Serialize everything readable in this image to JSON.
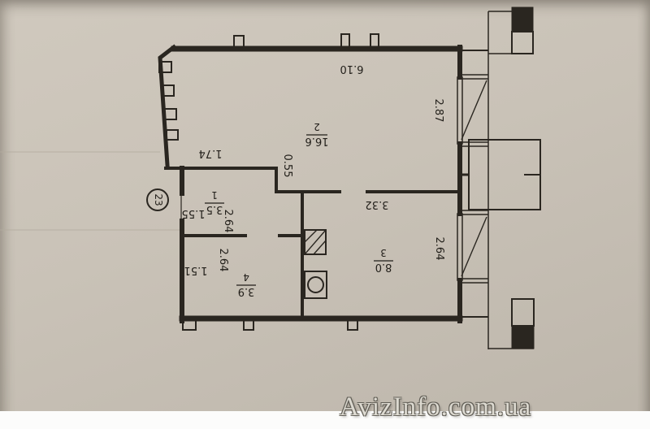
{
  "meta": {
    "description": "Scanned apartment floor plan photograph, unit 23",
    "paper_color": "#c9c2b7",
    "ink_color": "#2a2620",
    "strip_color": "#fcfcfb"
  },
  "watermark": {
    "text": "AvizInfo.com.ua"
  },
  "plan": {
    "unit_number": "23",
    "rooms": [
      {
        "number": "1",
        "area": "3.5"
      },
      {
        "number": "2",
        "area": "16.6"
      },
      {
        "number": "3",
        "area": "8.0"
      },
      {
        "number": "4",
        "area": "3.9"
      }
    ],
    "dimensions": {
      "top_width": "6.10",
      "upper_right_height": "2.87",
      "hall_top": "1.74",
      "step": "0.55",
      "room1_width": "1.55",
      "room1_depth": "2.64",
      "room3_width": "3.32",
      "room3_depth": "2.64",
      "room4_width": "1.51",
      "room4_depth": "2.64"
    }
  }
}
